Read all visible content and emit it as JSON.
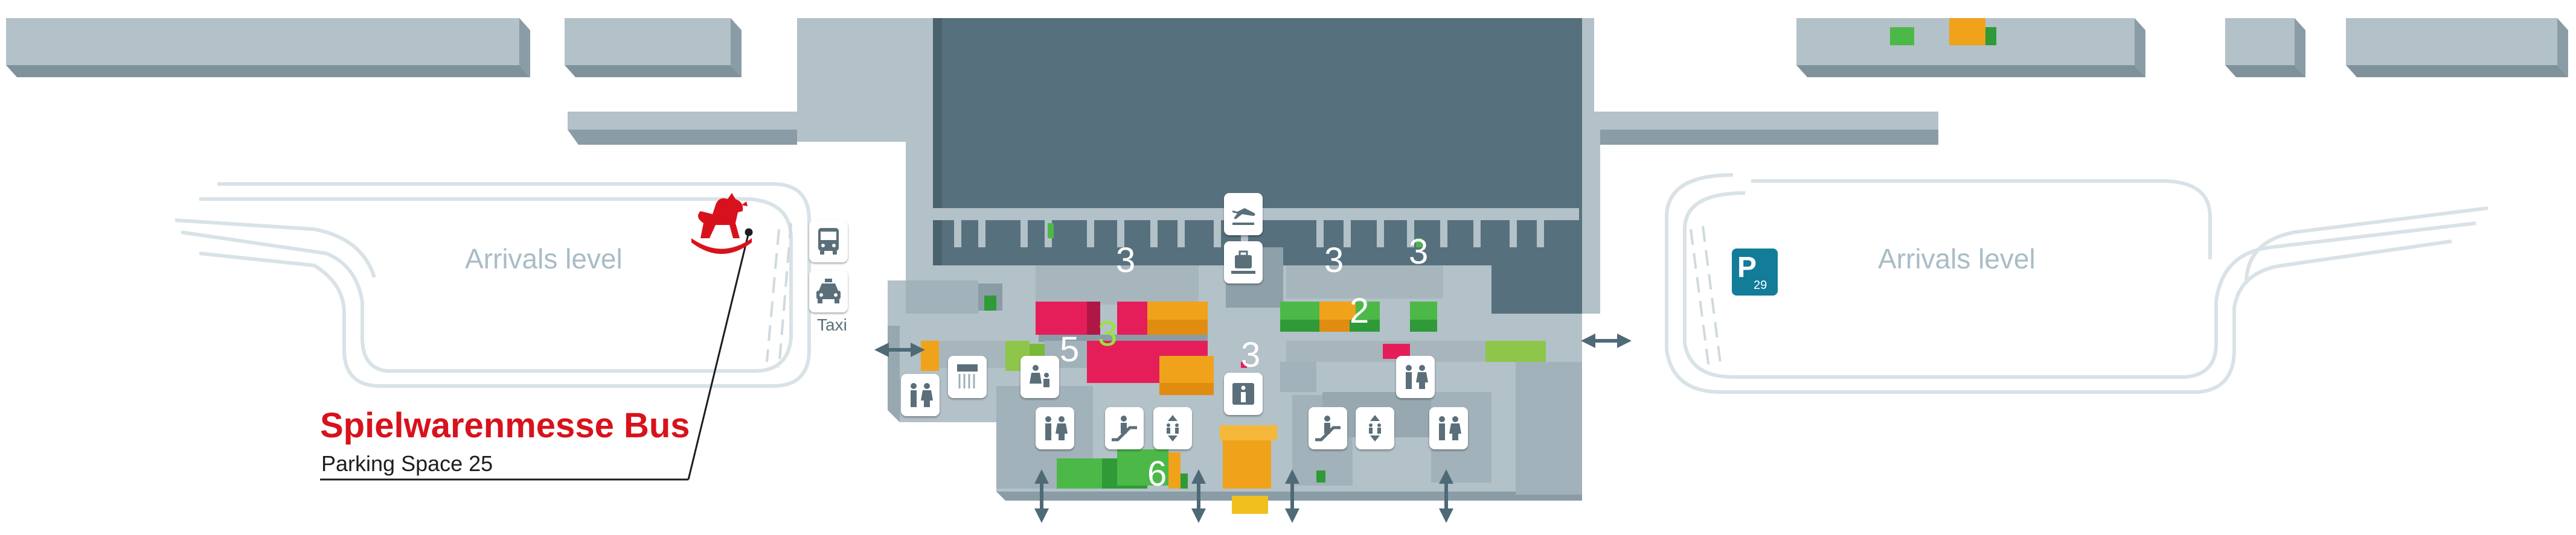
{
  "map": {
    "arrivals_left": "Arrivals level",
    "arrivals_right": "Arrivals level",
    "callout": {
      "title": "Spielwarenmesse Bus",
      "subtitle": "Parking Space 25"
    },
    "taxi_label": "Taxi",
    "parking": {
      "letter": "P",
      "number": "29"
    },
    "area_numbers": {
      "left_top": "3",
      "center_top": "3",
      "right_top": "3",
      "right_mid": "2",
      "left_mid_a": "5",
      "left_mid_b": "3",
      "center_mid": "3",
      "bottom": "6"
    },
    "icons": [
      "bus-icon",
      "taxi-icon",
      "airplane-arrival-icon",
      "baggage-claim-icon",
      "information-icon",
      "restroom-icon",
      "shower-icon",
      "family-room-icon",
      "escalator-icon",
      "elevator-icon",
      "parking-icon",
      "rocking-horse-logo-icon",
      "double-arrow-icon"
    ],
    "colors": {
      "building": "#b5c3ca",
      "building_side": "#8ea0a9",
      "hall_dark": "#56717d",
      "shop": "#f0a21a",
      "restaurant": "#e51e5a",
      "service": "#4cb848",
      "road": "#d7e0e4",
      "brand_red": "#d8121c",
      "parking_blue": "#127c99"
    }
  }
}
